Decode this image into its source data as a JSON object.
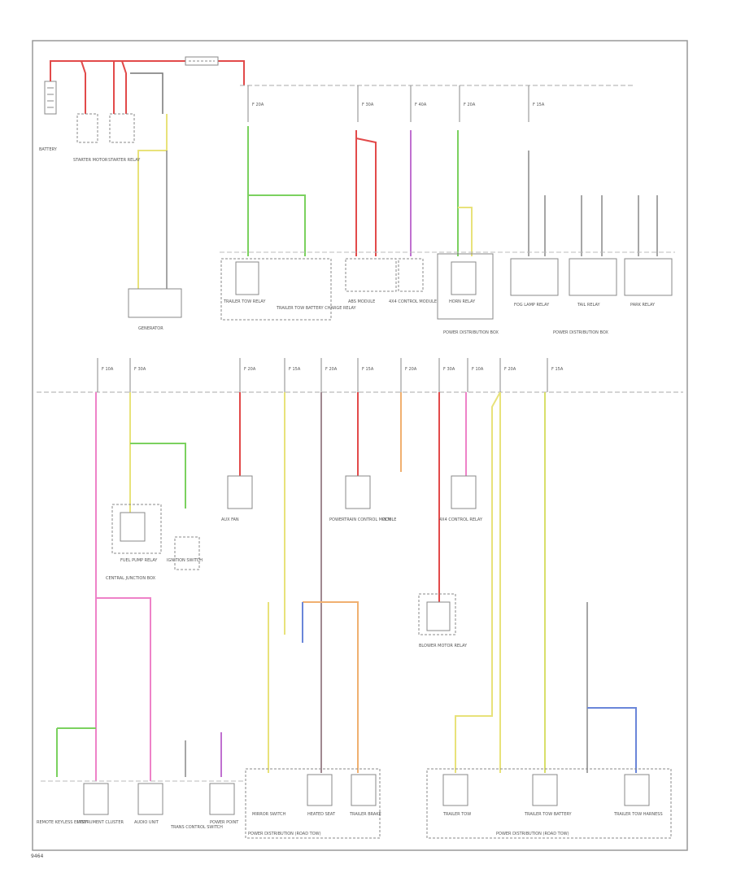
{
  "diagram": {
    "page_id": "9464",
    "top_row_components": [
      "BATTERY",
      "STARTER MOTOR",
      "STARTER RELAY",
      "GENERATOR",
      "TRAILER TOW RELAY",
      "TRAILER TOW BATTERY CHARGE RELAY",
      "ABS MODULE",
      "4X4 CONTROL MODULE",
      "HORN RELAY",
      "FOG LAMP RELAY",
      "TAIL RELAY",
      "PARK RELAY"
    ],
    "mid_row_components": [
      "FUEL PUMP RELAY",
      "IGNITION SWITCH",
      "AUX FAN",
      "POWERTRAIN CONTROL MODULE",
      "PCM",
      "BLOWER MOTOR RELAY",
      "4X4 CONTROL RELAY"
    ],
    "bottom_row_components": [
      "REMOTE KEYLESS ENTRY",
      "INSTRUMENT CLUSTER",
      "AUDIO UNIT",
      "TRANS CONTROL SWITCH",
      "POWER POINT",
      "MIRROR SWITCH",
      "HEATED SEAT",
      "TRAILER BRAKE",
      "TRAILER TOW",
      "TRAILER TOW BATTERY",
      "TRAILER TOW HARNESS"
    ],
    "section_labels": {
      "box_top_left": "POWER DISTRIBUTION BOX",
      "box_top_right": "POWER DISTRIBUTION BOX",
      "central_junction": "CENTRAL JUNCTION BOX",
      "bottom_left": "POWER DISTRIBUTION (ROAD TOW)",
      "bottom_right": "POWER DISTRIBUTION (ROAD TOW)"
    },
    "fuse_labels": [
      "F 20A",
      "F 30A",
      "F 40A",
      "F 20A",
      "F 15A",
      "F 10A",
      "F 30A",
      "F 20A",
      "F 15A",
      "F 20A",
      "F 15A",
      "F 20A",
      "F 30A",
      "F 10A",
      "F 20A",
      "F 15A"
    ],
    "colors": {
      "red": "#e24a4a",
      "pink": "#ee82c8",
      "green": "#7bd15f",
      "yellow": "#e8e27a",
      "orange": "#f0b070",
      "blue": "#6a86d9",
      "purple": "#c070d0",
      "grey": "#8a8a8a"
    }
  }
}
